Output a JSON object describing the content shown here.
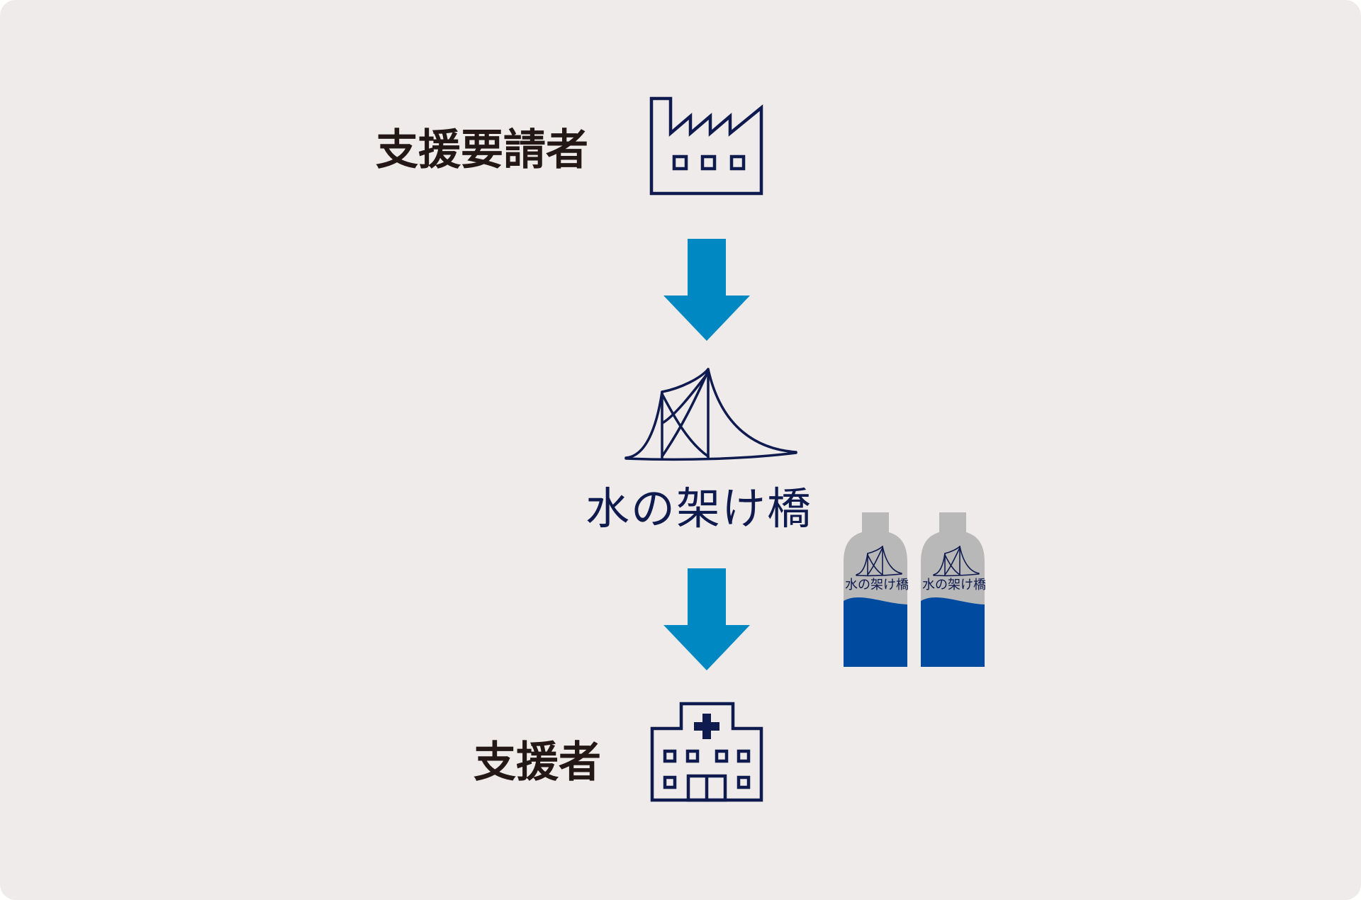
{
  "labels": {
    "requester": "支援要請者",
    "supporter": "支援者"
  },
  "brand": {
    "name": "水の架け橋",
    "bottle_label": "水の架け橋"
  },
  "icons": {
    "requester": "factory-icon",
    "supporter": "hospital-icon",
    "brand_logo": "bridge-logo",
    "arrow": "arrow-down-icon",
    "product": "water-bottle-icon"
  },
  "colors": {
    "background": "#efebea",
    "text": "#231815",
    "icon_navy": "#0f1a4e",
    "arrow_blue": "#0088c2",
    "bottle_gray": "#b8b8b8",
    "bottle_blue": "#004aa0"
  }
}
